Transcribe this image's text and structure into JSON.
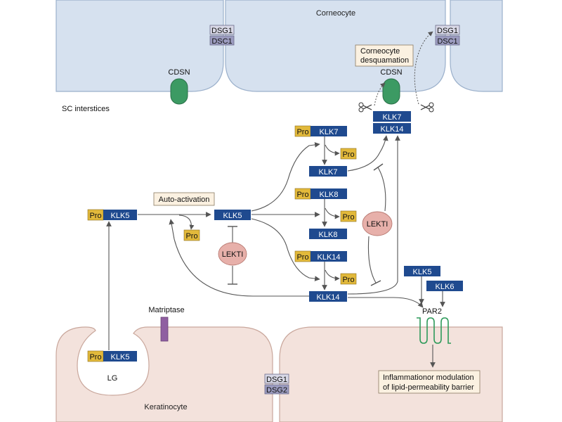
{
  "regions": {
    "corneocyte": "Corneocyte",
    "sc_interstices": "SC interstices",
    "keratinocyte": "Keratinocyte",
    "lg": "LG"
  },
  "proteins": {
    "dsg1": "DSG1",
    "dsc1": "DSC1",
    "dsg2": "DSG2",
    "cdsn": "CDSN",
    "matriptase": "Matriptase",
    "lekti": "LEKTI",
    "par2": "PAR2"
  },
  "enzymes": {
    "klk5": "KLK5",
    "klk6": "KLK6",
    "klk7": "KLK7",
    "klk8": "KLK8",
    "klk14": "KLK14",
    "pro": "Pro"
  },
  "notes": {
    "auto_activation": "Auto-activation",
    "desquamation_line1": "Corneocyte",
    "desquamation_line2": "desquamation",
    "inflammation_line1": "Inflammationor modulation",
    "inflammation_line2": "of lipid-permeability barrier"
  },
  "colors": {
    "corneocyte_fill": "#d6e1ef",
    "corneocyte_stroke": "#9bb0cb",
    "keratinocyte_fill": "#f3e2dc",
    "keratinocyte_stroke": "#c9a79c",
    "klk_fill": "#1f4a8f",
    "pro_fill": "#e2b93b",
    "lekti_fill": "#e7b0aa",
    "cdsn_fill": "#3c9a63",
    "matriptase_fill": "#8f5fa1",
    "desmosome_light": "#d8d8e6",
    "desmosome_dark": "#9c9cc0",
    "note_fill": "#fbf1e1",
    "arrow": "#555555",
    "par2_stroke": "#2e9a5a"
  }
}
